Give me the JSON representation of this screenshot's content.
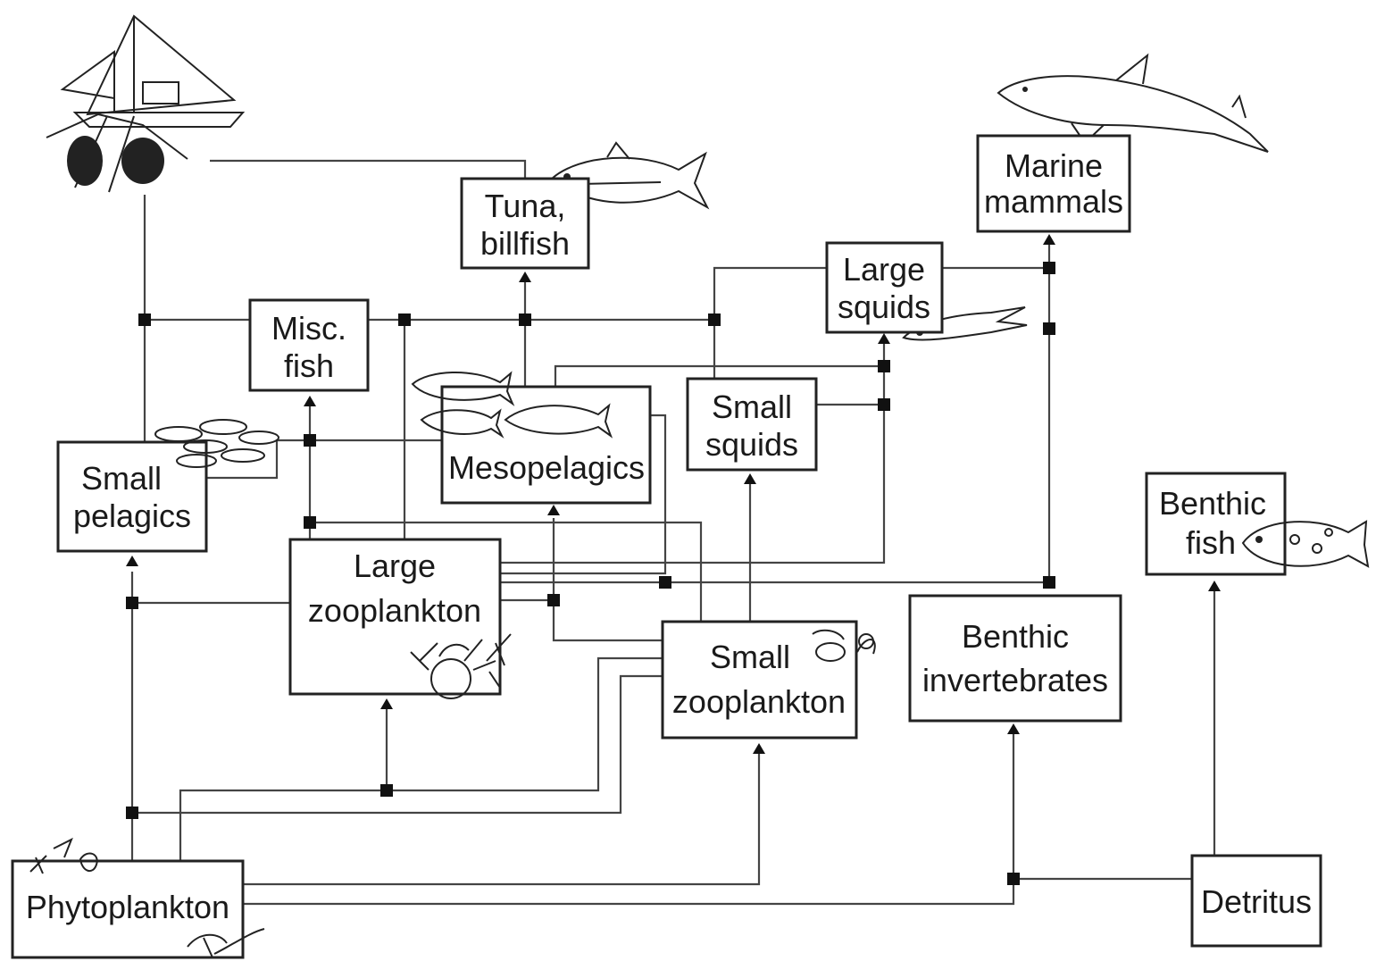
{
  "nodes": {
    "tuna": [
      "Tuna,",
      "billfish"
    ],
    "marine_mammals": [
      "Marine",
      "mammals"
    ],
    "large_squids": [
      "Large",
      "squids"
    ],
    "misc_fish": [
      "Misc.",
      "fish"
    ],
    "small_squids": [
      "Small",
      "squids"
    ],
    "mesopelagics": [
      "Mesopelagics"
    ],
    "small_pelagics": [
      "Small",
      "pelagics"
    ],
    "benthic_fish": [
      "Benthic",
      "fish"
    ],
    "large_zooplankton": [
      "Large",
      "zooplankton"
    ],
    "small_zooplankton": [
      "Small",
      "zooplankton"
    ],
    "benthic_invertebrates": [
      "Benthic",
      "invertebrates"
    ],
    "phytoplankton": [
      "Phytoplankton"
    ],
    "detritus": [
      "Detritus"
    ]
  },
  "illustrations": [
    "fishing-vessel",
    "tuna",
    "dolphin",
    "squid",
    "fish-school",
    "lanternfish",
    "zooplankton",
    "copepod",
    "grouper",
    "diatom"
  ]
}
